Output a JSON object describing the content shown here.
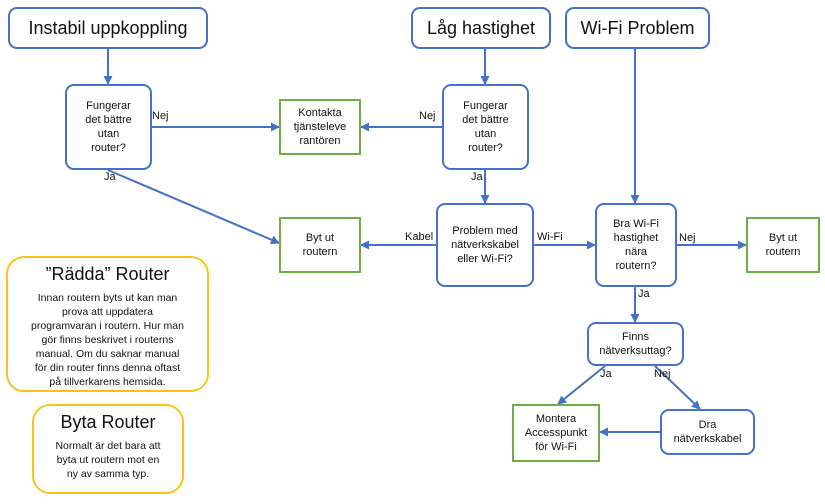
{
  "colors": {
    "arrow": "#4472c4",
    "process": "#4472c4",
    "action": "#70ad47",
    "note": "#f7c31c"
  },
  "start_nodes": {
    "instabil": "Instabil uppkoppling",
    "lag": "Låg hastighet",
    "wifi": "Wi-Fi Problem"
  },
  "decisions": {
    "fungerar_1": "Fungerar\ndet bättre\nutan\nrouter?",
    "fungerar_2": "Fungerar\ndet bättre\nutan\nrouter?",
    "problem_med": "Problem med\nnätverkskabel\neller Wi-Fi?",
    "bra_wifi": "Bra Wi-Fi\nhastighet\nnära\nroutern?",
    "finns": "Finns\nnätverksuttag?",
    "dra": "Dra\nnätverkskabel"
  },
  "actions": {
    "kontakta": "Kontakta\ntjänsteleve\nrantören",
    "byt_1": "Byt ut\nroutern",
    "byt_2": "Byt ut\nroutern",
    "montera": "Montera\nAccesspunkt\nför Wi-Fi"
  },
  "edge_labels": {
    "nej_1": "Nej",
    "ja_1": "Ja",
    "nej_2": "Nej",
    "ja_2": "Ja",
    "kabel": "Kabel",
    "wifi": "Wi-Fi",
    "nej_3": "Nej",
    "ja_3": "Ja",
    "ja_4": "Ja",
    "nej_4": "Nej"
  },
  "notes": {
    "radda": {
      "title": "”Rädda” Router",
      "body": "Innan routern byts ut kan man\nprova att uppdatera\nprogramvaran i routern. Hur man\ngör finns beskrivet i routerns\nmanual. Om du saknar manual\nför din router finns denna oftast\npå tillverkarens hemsida."
    },
    "byta": {
      "title": "Byta Router",
      "body": "Normalt är det bara att\nbyta ut routern mot en\nny av samma typ."
    }
  }
}
